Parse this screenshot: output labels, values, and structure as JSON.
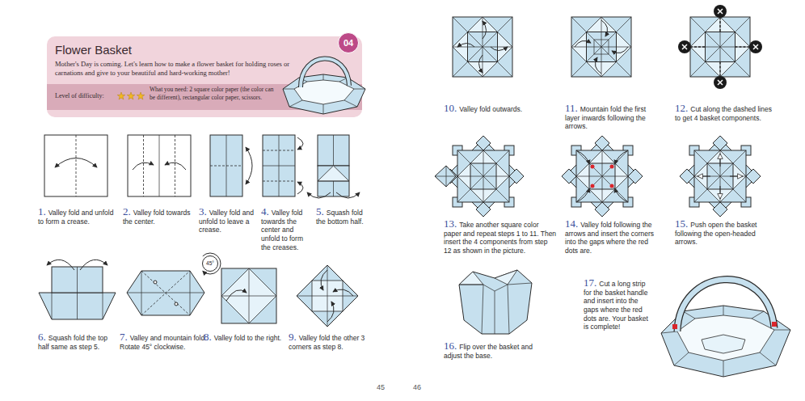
{
  "diagram": {
    "nodes": [
      {
        "text": [
          "Flower Basket",
          "Mother's Day is coming. Let's learn how to make a flower basket for holding roses or carnations and give to your beautiful and hard-working mother!"
        ]
      },
      {
        "text": [
          "04"
        ],
        "in": 0
      },
      {
        "text": [
          "Level of difficulty:",
          "What you need: 2 square color paper (the color can be different), rectangular color paper, scissors."
        ],
        "in": 0
      },
      {
        "text": [
          "45°"
        ]
      }
    ],
    "labels": [
      "1.",
      "Valley fold and unfold to form a crease.",
      "2.",
      "Valley fold towards the center.",
      "3.",
      "Valley fold and unfold to leave a crease.",
      "4.",
      "Valley fold towards the center and unfold to form the creases.",
      "5.",
      "Squash fold the bottom half.",
      "6.",
      "Squash fold the top half same as step 5.",
      "7.",
      "Valley and mountain fold. Rotate 45° clockwise.",
      "8.",
      "Valley fold to the right.",
      "9.",
      "Valley fold the other 3 corners as step 8.",
      "10.",
      "Valley fold outwards.",
      "11.",
      "Mountain fold the first layer inwards following the arrows.",
      "12.",
      "Cut along the dashed lines to get 4 basket components.",
      "13.",
      "Take another square color paper and repeat steps 1 to 11. Then insert the 4 components from step 12 as shown in the picture.",
      "14.",
      "Valley fold following the arrows and insert the corners into the gaps where the red dots are.",
      "15.",
      "Push open the basket following the open-headed arrows.",
      "16.",
      "Flip over the basket and adjust the base.",
      "17.",
      "Cut a long strip for the basket handle and insert into the gaps where the red dots are. Your basket is complete!",
      "45",
      "46"
    ]
  }
}
